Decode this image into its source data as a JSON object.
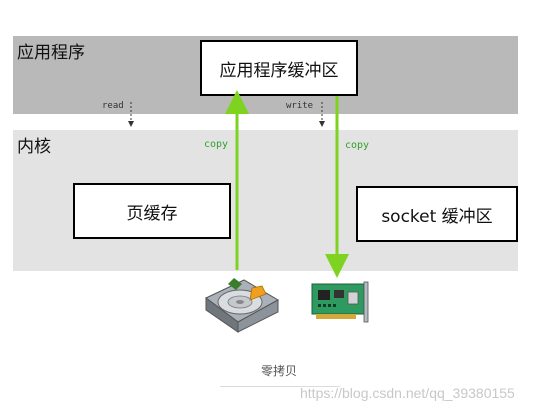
{
  "layers": {
    "app_label": "应用程序",
    "kernel_label": "内核"
  },
  "boxes": {
    "app_buffer": "应用程序缓冲区",
    "page_cache": "页缓存",
    "socket_buffer": "socket 缓冲区"
  },
  "calls": {
    "read": "read",
    "write": "write"
  },
  "copies": {
    "left": "copy",
    "right": "copy"
  },
  "icons": {
    "disk": "hard-disk-icon",
    "network": "network-card-icon"
  },
  "colors": {
    "app_band": "#b9b9b9",
    "kernel_band": "#e3e3e3",
    "arrow": "#7ed321",
    "copy_text": "#2fa12c"
  },
  "caption": "零拷贝",
  "watermark": "https://blog.csdn.net/qq_39380155"
}
